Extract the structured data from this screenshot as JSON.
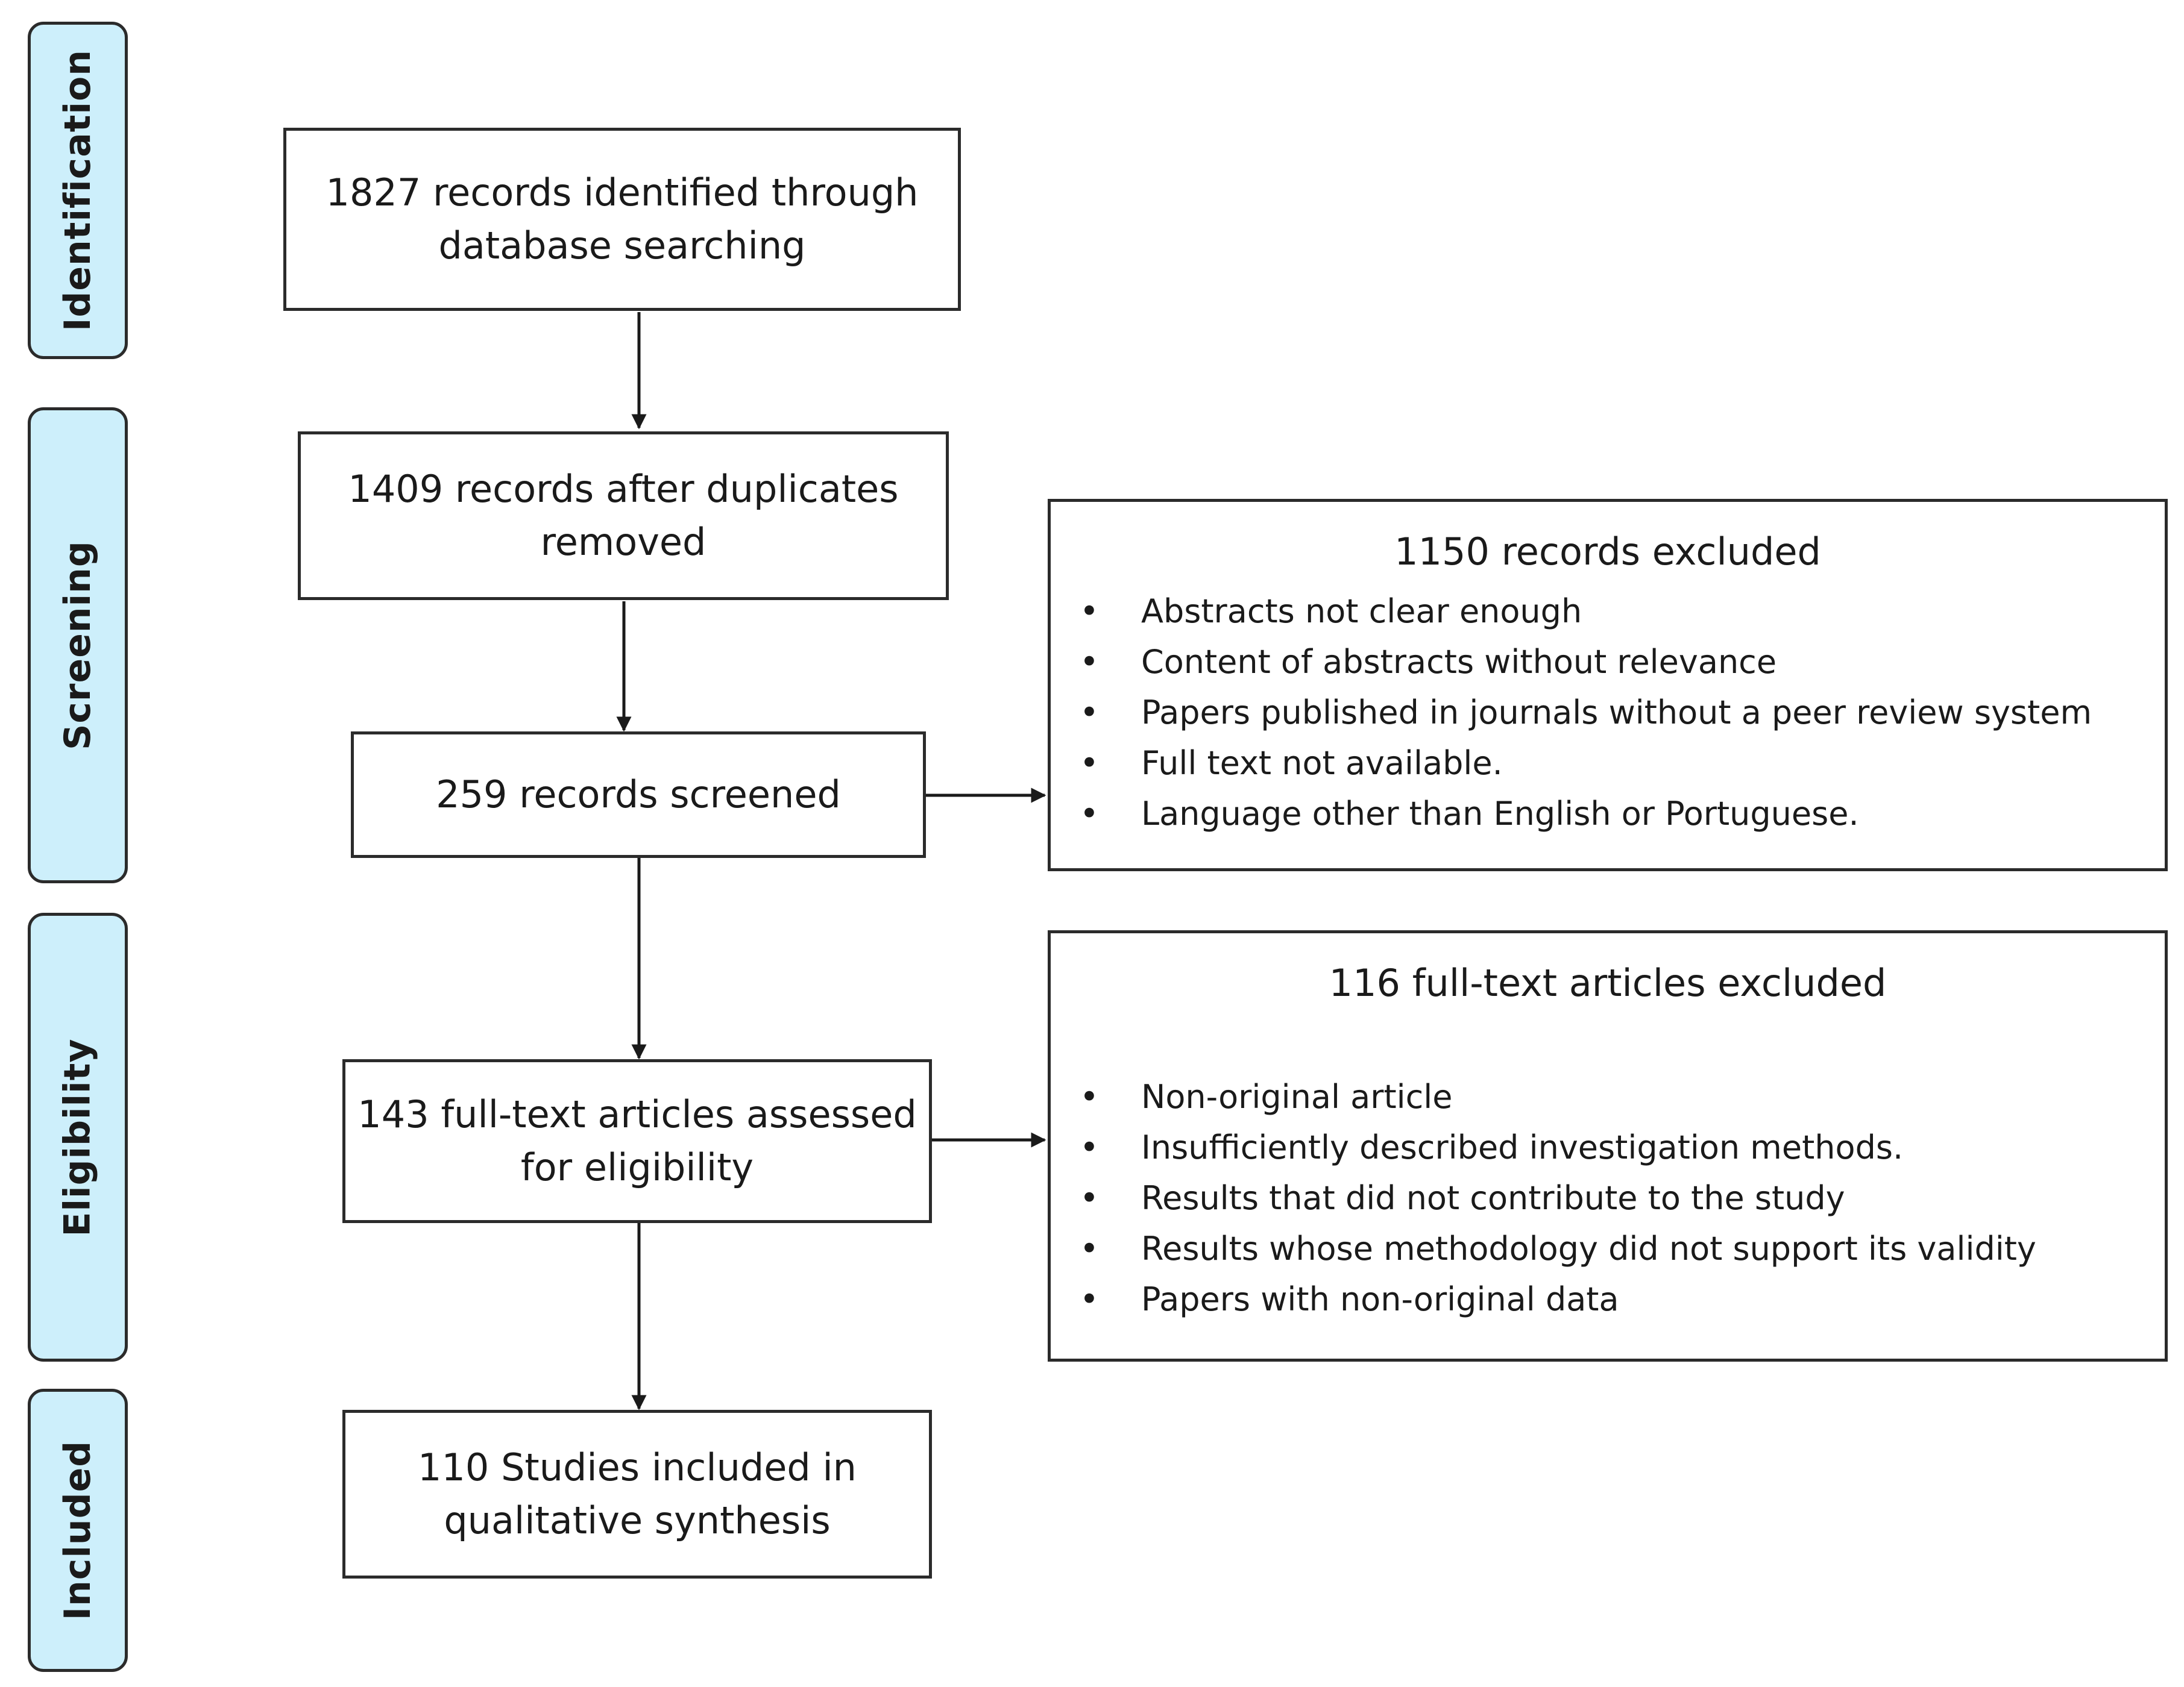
{
  "phases": [
    {
      "id": "identification",
      "label": "Identification"
    },
    {
      "id": "screening",
      "label": "Screening"
    },
    {
      "id": "eligibility",
      "label": "Eligibility"
    },
    {
      "id": "included",
      "label": "Included"
    }
  ],
  "boxes": {
    "identified": "1827 records identified through database searching",
    "after_duplicates": "1409 records after duplicates removed",
    "screened": "259 records screened",
    "assessed": "143 full-text articles assessed for eligibility",
    "included": "110 Studies included in qualitative synthesis"
  },
  "exclusions": {
    "records": {
      "title": "1150 records excluded",
      "items": [
        "Abstracts not clear enough",
        "Content of abstracts without relevance",
        "Papers published in journals without  a peer review system",
        "Full text not available.",
        "Language other than English or Portuguese."
      ]
    },
    "fulltext": {
      "title": "116 full-text articles excluded",
      "items": [
        "Non-original article",
        "Insufficiently described investigation methods.",
        "Results that did not contribute to the study",
        "Results whose methodology did not support its validity",
        "Papers with non-original data"
      ]
    }
  },
  "colors": {
    "phase_fill": "#cdeffb",
    "stroke": "#2b2b2b"
  }
}
